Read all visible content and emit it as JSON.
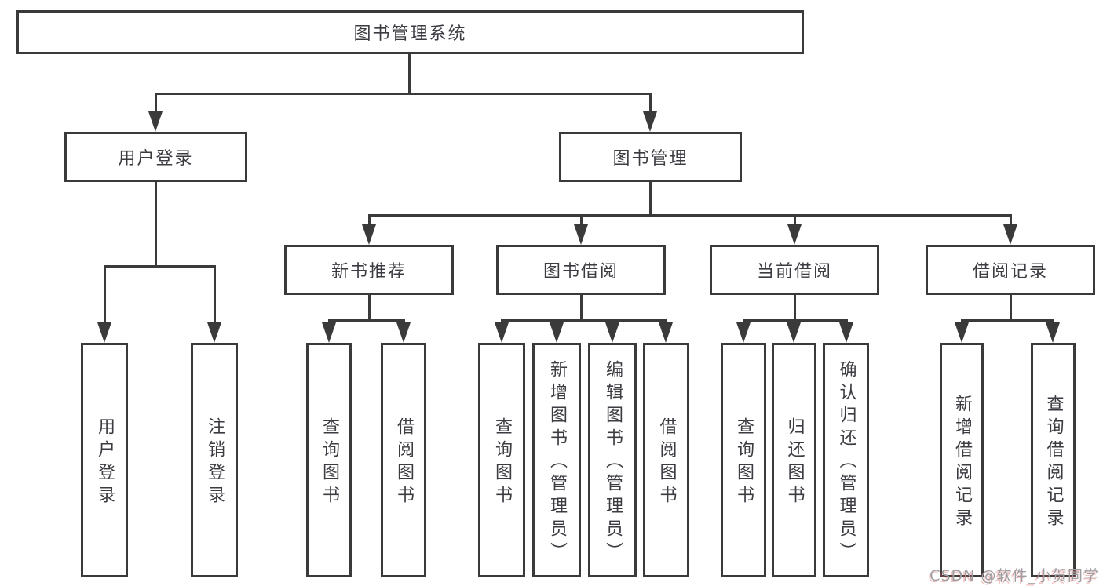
{
  "tree": {
    "root": {
      "label": "图书管理系统"
    },
    "branches": [
      {
        "label": "用户登录",
        "children": [
          {
            "label": "用户登录"
          },
          {
            "label": "注销登录"
          }
        ]
      },
      {
        "label": "图书管理",
        "children": [
          {
            "label": "新书推荐",
            "children": [
              {
                "label": "查询图书"
              },
              {
                "label": "借阅图书"
              }
            ]
          },
          {
            "label": "图书借阅",
            "children": [
              {
                "label": "查询图书"
              },
              {
                "label": "新增图书（管理员）"
              },
              {
                "label": "编辑图书（管理员）"
              },
              {
                "label": "借阅图书"
              }
            ]
          },
          {
            "label": "当前借阅",
            "children": [
              {
                "label": "查询图书"
              },
              {
                "label": "归还图书"
              },
              {
                "label": "确认归还（管理员）"
              }
            ]
          },
          {
            "label": "借阅记录",
            "children": [
              {
                "label": "新增借阅记录"
              },
              {
                "label": "查询借阅记录"
              }
            ]
          }
        ]
      }
    ]
  },
  "watermark": {
    "text": "CSDN @软件_小贺同学"
  },
  "colors": {
    "line": "#3a3a3a",
    "text": "#3b3b42",
    "background": "#ffffff",
    "watermark": "#9e9ea2",
    "watermark_shadow": "#d65050"
  }
}
